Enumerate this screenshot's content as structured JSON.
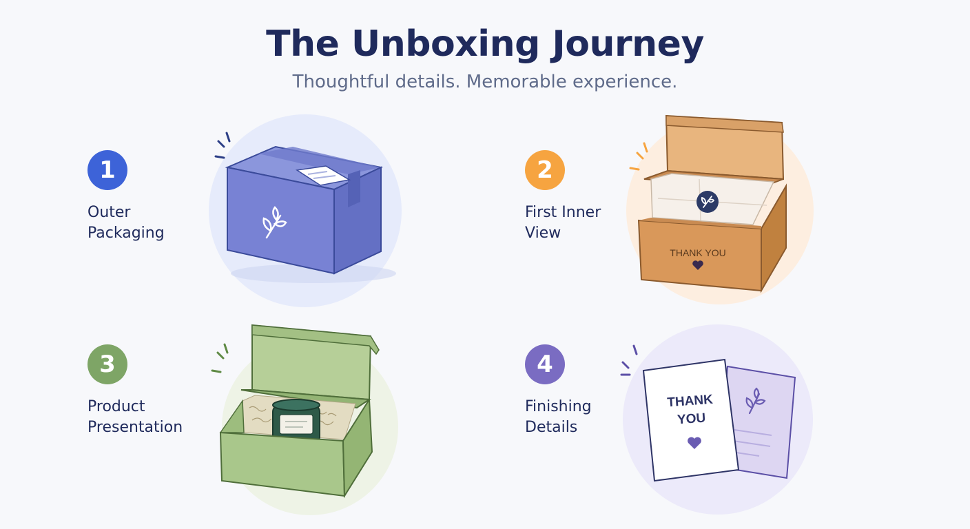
{
  "header": {
    "title": "The Unboxing Journey",
    "subtitle": "Thoughtful details. Memorable experience."
  },
  "steps": [
    {
      "number": "1",
      "label_line1": "Outer",
      "label_line2": "Packaging",
      "color": "#3d63d8"
    },
    {
      "number": "2",
      "label_line1": "First Inner",
      "label_line2": "View",
      "color": "#f6a440"
    },
    {
      "number": "3",
      "label_line1": "Product",
      "label_line2": "Presentation",
      "color": "#7ea566"
    },
    {
      "number": "4",
      "label_line1": "Finishing",
      "label_line2": "Details",
      "color": "#7a6cc2"
    }
  ],
  "illustrations": {
    "inner_box_text": "THANK YOU",
    "card_text_line1": "THANK",
    "card_text_line2": "YOU"
  }
}
